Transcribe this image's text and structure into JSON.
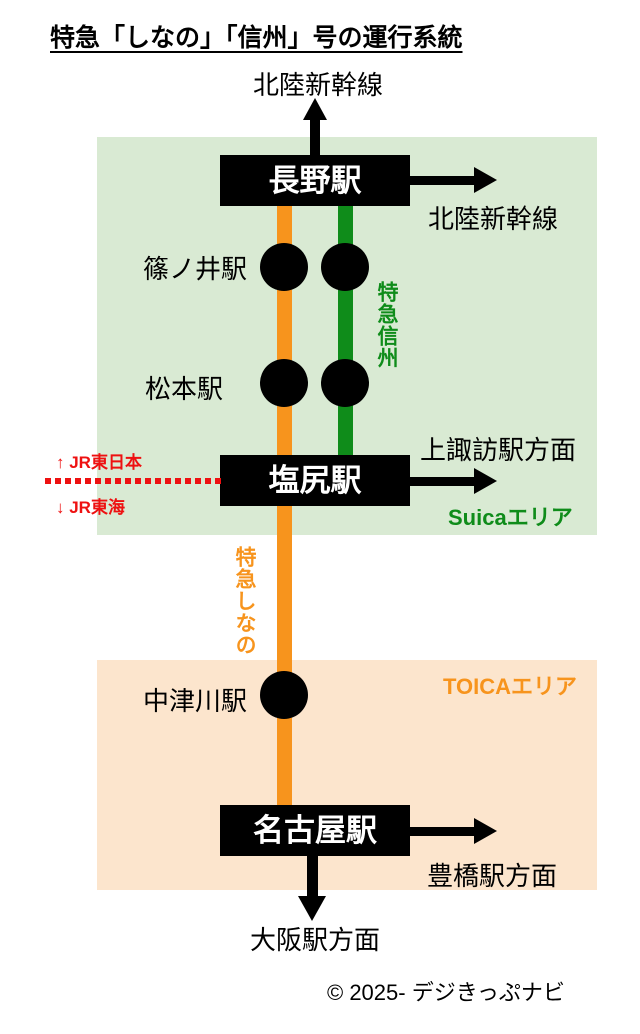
{
  "title": "特急「しなの」「信州」号の運行系統",
  "stations": {
    "nagano": "長野駅",
    "shinonoi": "篠ノ井駅",
    "matsumoto": "松本駅",
    "shiojiri": "塩尻駅",
    "nakatsugawa": "中津川駅",
    "nagoya": "名古屋駅"
  },
  "services": {
    "shinano": "特急しなの",
    "shinshu": "特急信州"
  },
  "directions": {
    "hokuriku_shinkansen_up": "北陸新幹線",
    "hokuriku_shinkansen_right": "北陸新幹線",
    "kamisuwa": "上諏訪駅方面",
    "toyohashi": "豊橋駅方面",
    "osaka": "大阪駅方面"
  },
  "areas": {
    "suica": "Suicaエリア",
    "toica": "TOICAエリア"
  },
  "boundary": {
    "jr_east": "↑ JR東日本",
    "jr_central": "↓ JR東海"
  },
  "footer": {
    "copyright": "© 2025- デジきっぷナビ"
  },
  "colors": {
    "shinano_orange": "#f7941d",
    "shinshu_green": "#0f8c1a",
    "suica_area_bg": "#d9ead3",
    "toica_area_bg": "#fce5cd",
    "boundary_red": "#ee1111",
    "station_box_black": "#000000"
  }
}
